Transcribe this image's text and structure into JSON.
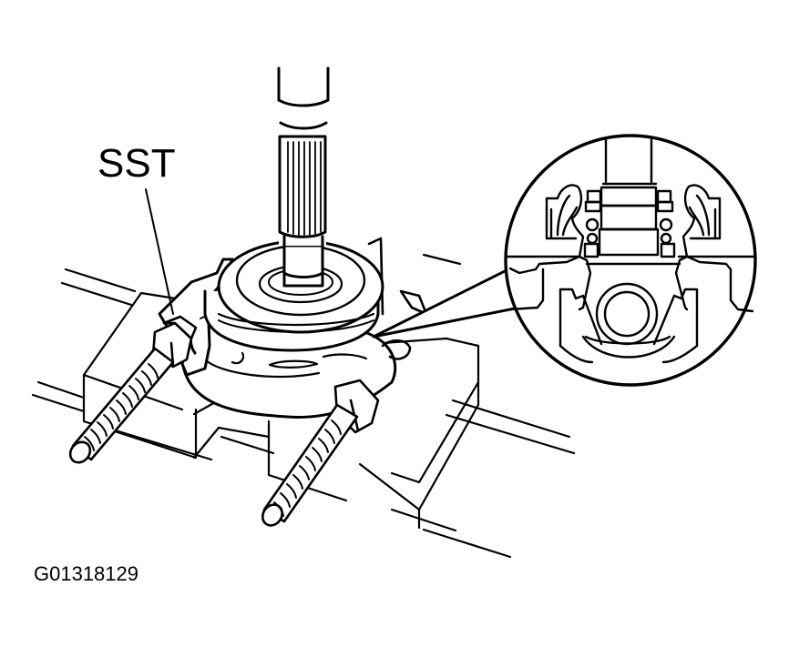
{
  "figure": {
    "type": "technical-illustration",
    "subject": "Press / remove center support bearing from propeller shaft using special service tool on blocks",
    "colors": {
      "line": "#000000",
      "background": "#ffffff"
    }
  },
  "labels": {
    "sst": "SST",
    "figure_id": "G01318129"
  },
  "parts": {
    "shaft": "propeller-shaft-with-splines",
    "bearing": "center-support-bearing",
    "tool": "bearing-puller-sst",
    "bolts": [
      "left-threaded-rod",
      "right-threaded-rod"
    ],
    "blocks": [
      "left-support-block",
      "right-support-block"
    ],
    "detail_view": "circular-cross-section-inset"
  }
}
